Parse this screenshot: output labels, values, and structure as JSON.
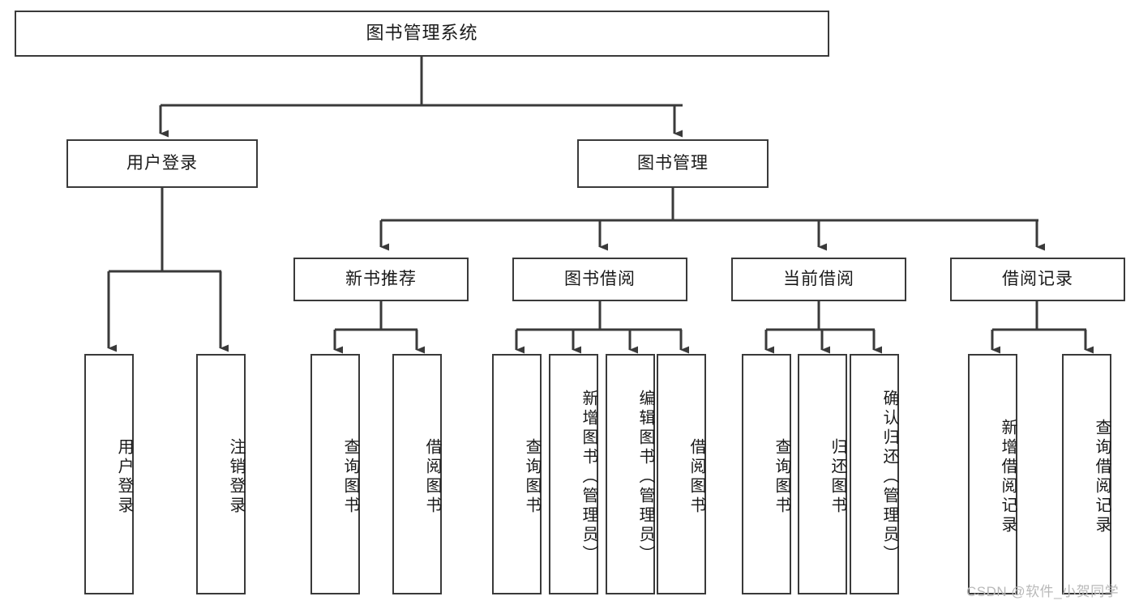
{
  "diagram": {
    "title": "图书管理系统",
    "type": "tree-hierarchy-chart",
    "watermark": "CSDN @软件_小贺同学",
    "colors": {
      "border": "#3a3a3a",
      "background": "#ffffff",
      "text": "#1a1a1a",
      "edge": "#3a3a3a",
      "watermark": "#b9b9b9"
    },
    "nodes": {
      "root": {
        "label": "图书管理系统",
        "orientation": "horizontal"
      },
      "level2": [
        {
          "id": "user-login",
          "label": "用户登录",
          "orientation": "horizontal"
        },
        {
          "id": "book-manage",
          "label": "图书管理",
          "orientation": "horizontal"
        }
      ],
      "level3": [
        {
          "id": "new-book-recommend",
          "label": "新书推荐",
          "orientation": "horizontal"
        },
        {
          "id": "book-borrow",
          "label": "图书借阅",
          "orientation": "horizontal"
        },
        {
          "id": "current-borrow",
          "label": "当前借阅",
          "orientation": "horizontal"
        },
        {
          "id": "borrow-record",
          "label": "借阅记录",
          "orientation": "horizontal"
        }
      ],
      "leaves": [
        {
          "id": "leaf-user-login",
          "label": "用户登录",
          "parent": "user-login",
          "orientation": "vertical"
        },
        {
          "id": "leaf-user-logout",
          "label": "注销登录",
          "parent": "user-login",
          "orientation": "vertical"
        },
        {
          "id": "leaf-query-book-1",
          "label": "查询图书",
          "parent": "new-book-recommend",
          "orientation": "vertical"
        },
        {
          "id": "leaf-borrow-book-1",
          "label": "借阅图书",
          "parent": "new-book-recommend",
          "orientation": "vertical"
        },
        {
          "id": "leaf-query-book-2",
          "label": "查询图书",
          "parent": "book-borrow",
          "orientation": "vertical"
        },
        {
          "id": "leaf-add-book",
          "label": "新增图书（管理员）",
          "parent": "book-borrow",
          "orientation": "vertical"
        },
        {
          "id": "leaf-edit-book",
          "label": "编辑图书（管理员）",
          "parent": "book-borrow",
          "orientation": "vertical"
        },
        {
          "id": "leaf-borrow-book-2",
          "label": "借阅图书",
          "parent": "book-borrow",
          "orientation": "vertical"
        },
        {
          "id": "leaf-query-book-3",
          "label": "查询图书",
          "parent": "current-borrow",
          "orientation": "vertical"
        },
        {
          "id": "leaf-return-book",
          "label": "归还图书",
          "parent": "current-borrow",
          "orientation": "vertical"
        },
        {
          "id": "leaf-confirm-return",
          "label": "确认归还（管理员）",
          "parent": "current-borrow",
          "orientation": "vertical"
        },
        {
          "id": "leaf-add-record",
          "label": "新增借阅记录",
          "parent": "borrow-record",
          "orientation": "vertical"
        },
        {
          "id": "leaf-query-record",
          "label": "查询借阅记录",
          "parent": "borrow-record",
          "orientation": "vertical"
        }
      ]
    }
  }
}
